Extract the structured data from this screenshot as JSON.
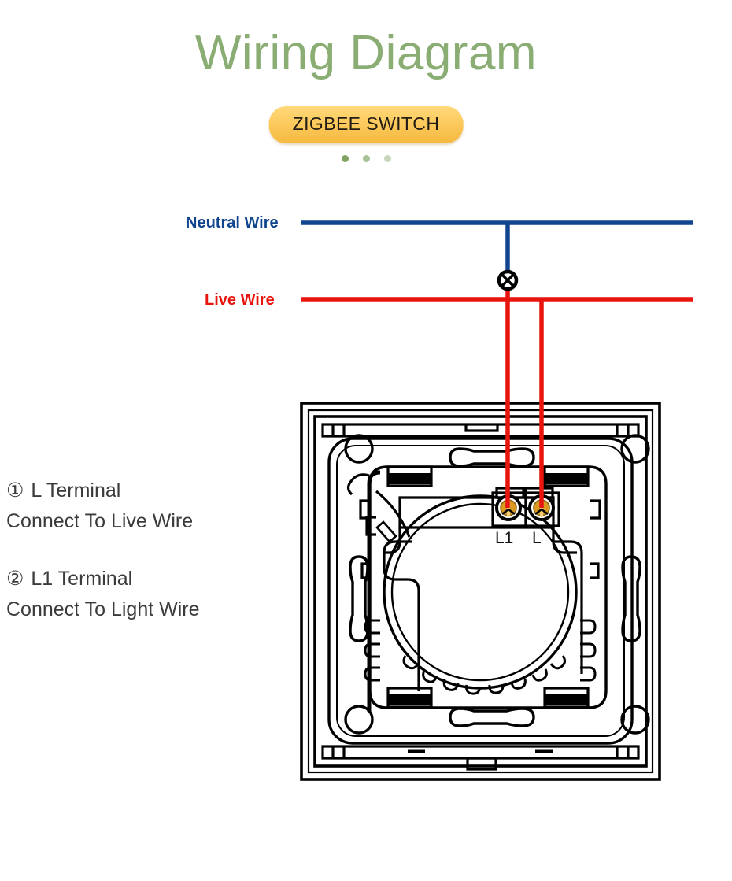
{
  "header": {
    "title": "Wiring Diagram",
    "badge_label": "ZIGBEE SWITCH",
    "title_color": "#8aad73",
    "badge_color": "#fcc95c",
    "dots": [
      {
        "name": "dot-active",
        "color": "#7fa464"
      },
      {
        "name": "dot-2",
        "color": "#a9c196"
      },
      {
        "name": "dot-3",
        "color": "#c7d6bb"
      }
    ]
  },
  "wires": {
    "neutral": {
      "label": "Neutral Wire",
      "color": "#11458f"
    },
    "live": {
      "label": "Live Wire",
      "color": "#e8150f"
    },
    "lamp_symbol": "lamp-cross-circle"
  },
  "instructions": [
    {
      "marker": "①",
      "line1": "L Terminal",
      "line2": "Connect To Live Wire"
    },
    {
      "marker": "②",
      "line1": "L1 Terminal",
      "line2": "Connect To Light Wire"
    }
  ],
  "device": {
    "name": "zigbee-wall-switch",
    "terminals": [
      {
        "id": "l1",
        "label": "L1",
        "screw_color": "#d99a21"
      },
      {
        "id": "l",
        "label": "L",
        "screw_color": "#d99a21"
      }
    ]
  }
}
